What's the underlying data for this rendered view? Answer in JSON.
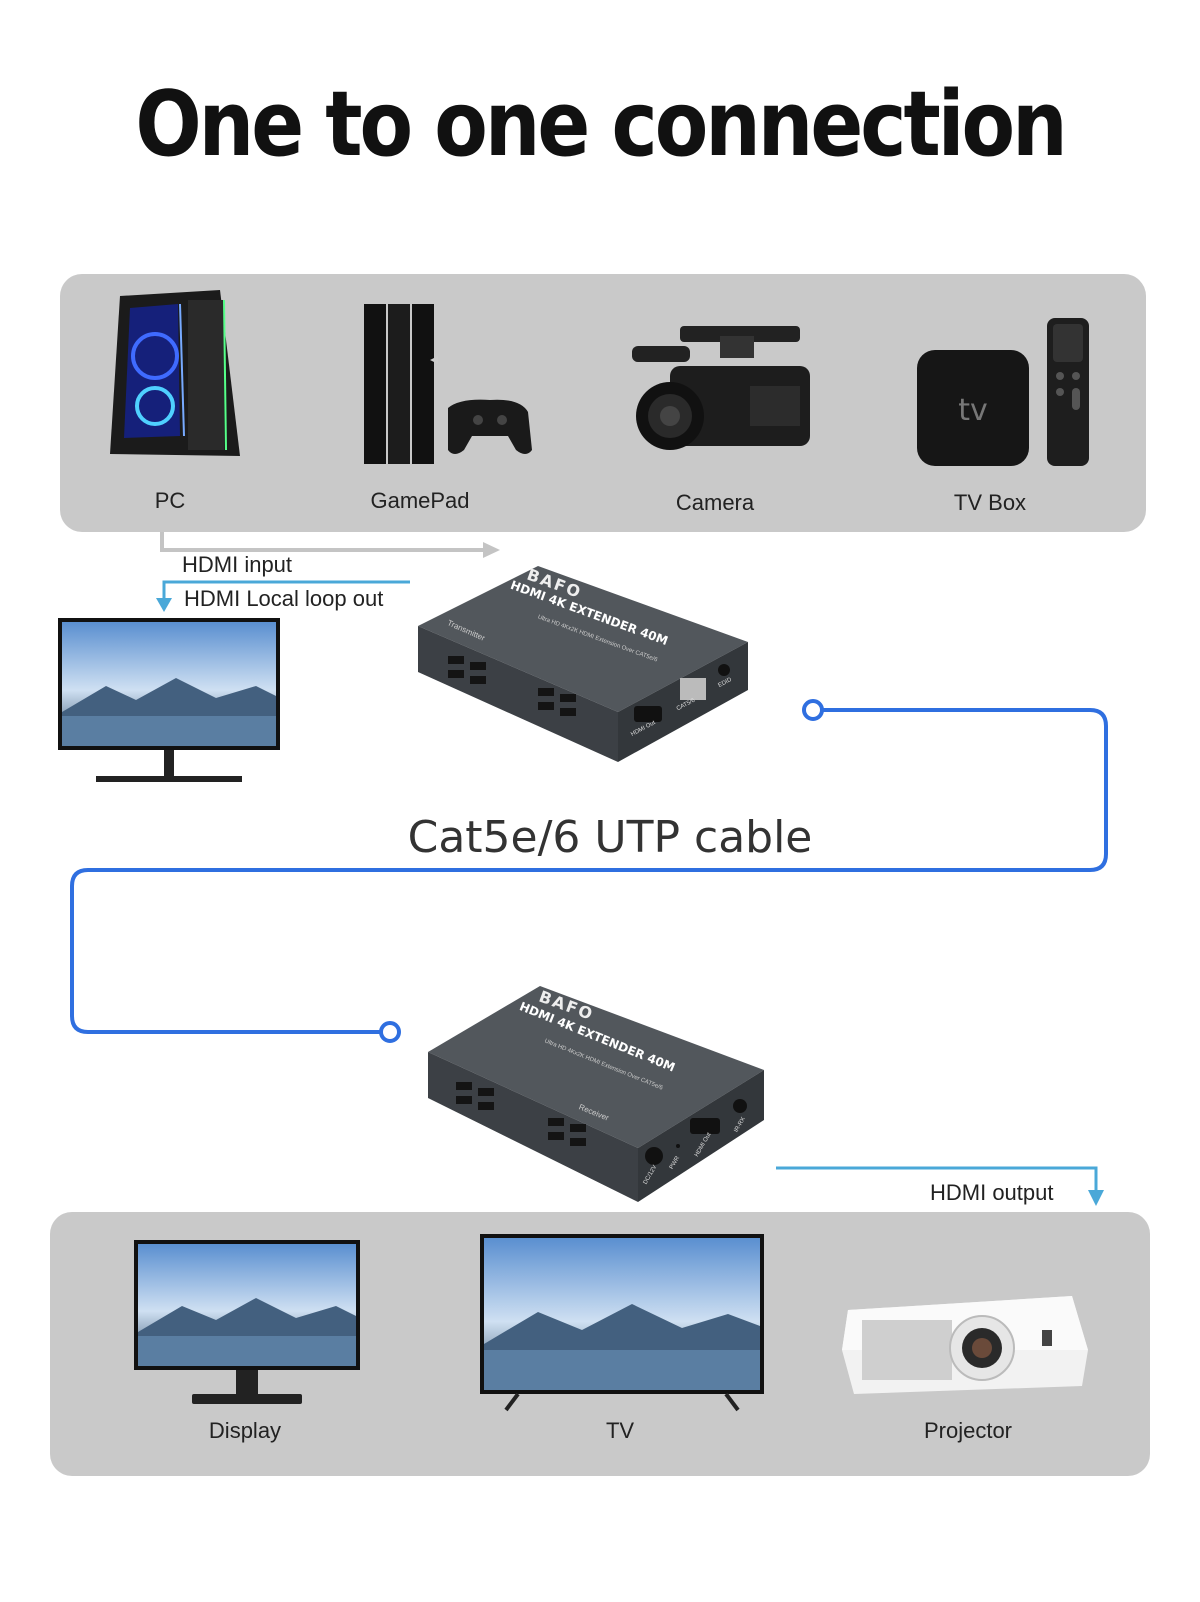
{
  "title": "One to one connection",
  "sources": [
    {
      "label": "PC",
      "icon": "pc-tower-icon"
    },
    {
      "label": "GamePad",
      "icon": "game-console-icon"
    },
    {
      "label": "Camera",
      "icon": "video-camera-icon"
    },
    {
      "label": "TV Box",
      "icon": "tv-box-icon"
    }
  ],
  "flow": {
    "hdmi_input": "HDMI input",
    "local_loop": "HDMI Local loop out",
    "cable": "Cat5e/6 UTP cable",
    "hdmi_output": "HDMI output"
  },
  "transmitter": {
    "brand": "BAFO",
    "model": "HDMI 4K EXTENDER 40M",
    "subtitle": "Ultra HD 4Kx2K HDMI Extension Over CAT5e/6",
    "role": "Transmitter",
    "ports": [
      "HDMI Out",
      "CAT5/6",
      "EDID"
    ]
  },
  "receiver": {
    "brand": "BAFO",
    "model": "HDMI 4K EXTENDER 40M",
    "subtitle": "Ultra HD 4Kx2K HDMI Extension Over CAT5e/6",
    "role": "Receiver",
    "ports": [
      "DC/12V",
      "PWR",
      "HDMI Out",
      "IR-RX"
    ]
  },
  "outputs": [
    {
      "label": "Display",
      "icon": "monitor-icon"
    },
    {
      "label": "TV",
      "icon": "tv-icon"
    },
    {
      "label": "Projector",
      "icon": "projector-icon"
    }
  ],
  "colors": {
    "panel": "#c9c9c9",
    "cable": "#2f6fe0",
    "arrow_blue": "#4aa8d8",
    "arrow_gray": "#c4c4c4",
    "device_body": "#4a4e52"
  }
}
